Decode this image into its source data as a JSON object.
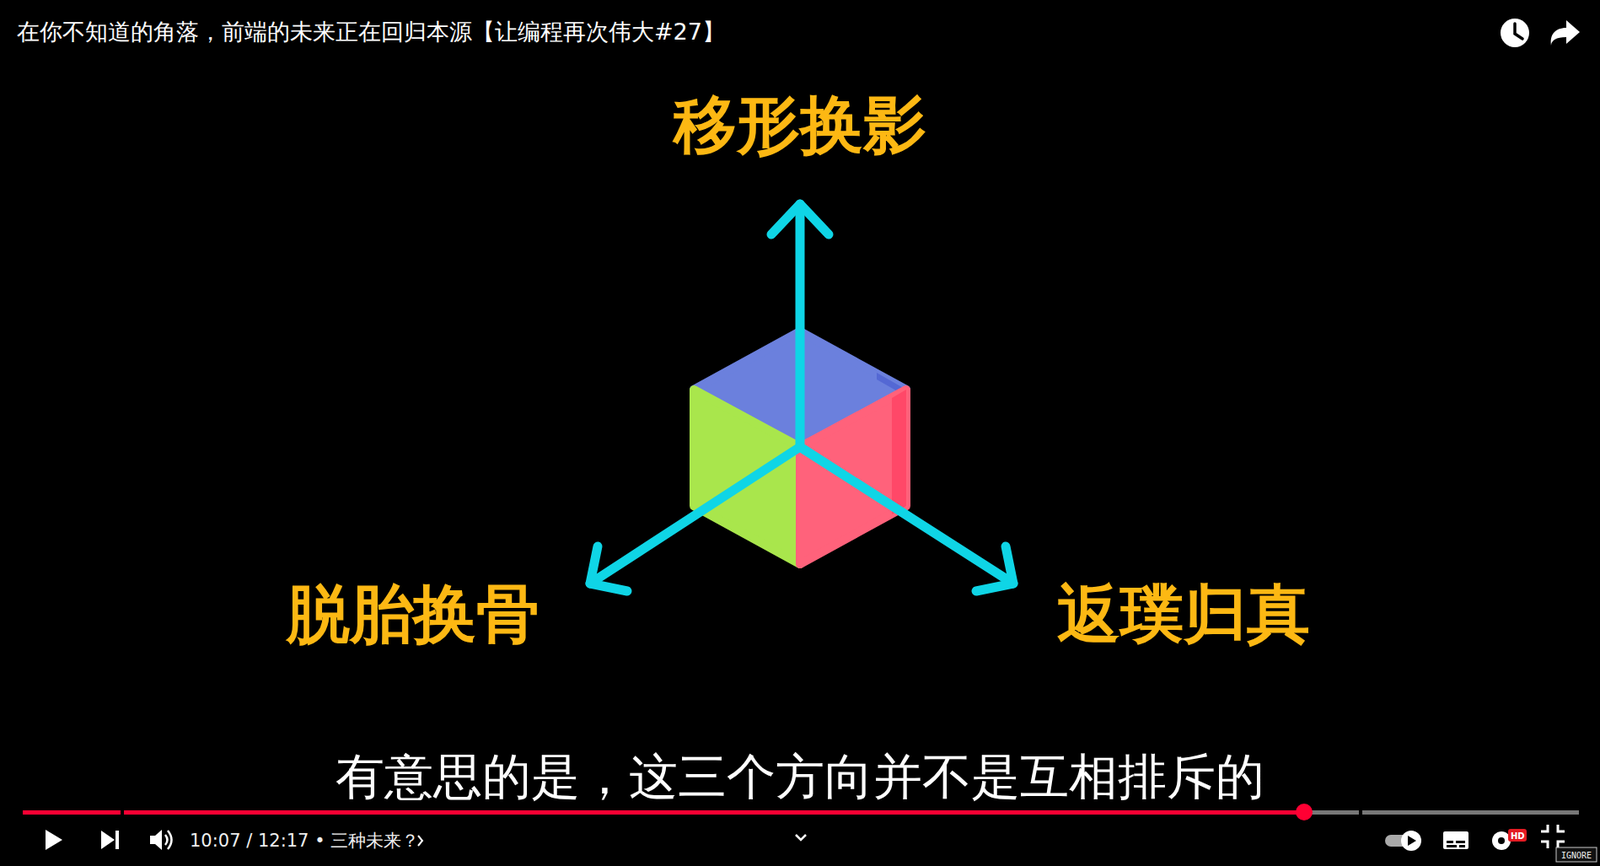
{
  "diagram": {
    "title": "在你不知道的角落，前端的未来正在回归本源【让编程再次伟大#27】",
    "caption": "有意思的是，这三个方向并不是互相排斥的",
    "nodes": [
      {
        "text": [
          "移形换影"
        ]
      },
      {
        "text": [
          "脱胎换骨"
        ]
      },
      {
        "text": [
          "返璞归真"
        ]
      }
    ],
    "labels": [
      "10:07 / 12:17 • 三种未来？",
      "HD",
      "IGNORE"
    ]
  }
}
